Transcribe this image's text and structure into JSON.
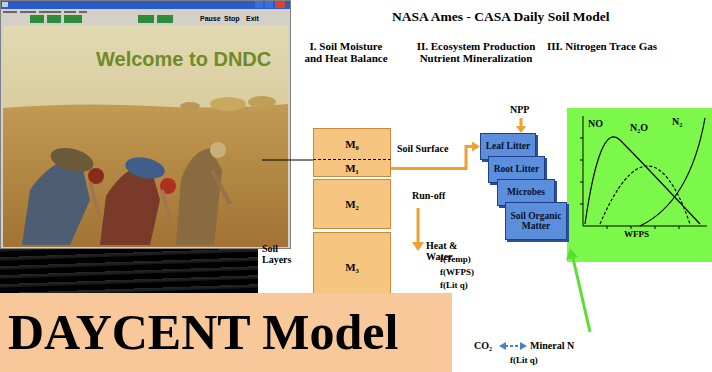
{
  "diagram": {
    "title": "NASA Ames - CASA Daily Soil Model",
    "nodes": [
      {
        "text": [
          "M₀"
        ]
      },
      {
        "text": [
          "M₁"
        ]
      },
      {
        "text": [
          "M₂"
        ]
      },
      {
        "text": [
          "M₃"
        ]
      },
      {
        "text": [
          "Leaf Litter"
        ]
      },
      {
        "text": [
          "Root Litter"
        ]
      },
      {
        "text": [
          "Microbes"
        ]
      },
      {
        "text": [
          "Soil Organic Matter"
        ]
      },
      {
        "text": [
          "DAYCENT Model"
        ]
      }
    ],
    "edges": [
      {
        "from": 1,
        "to": 4,
        "arrow": "to"
      }
    ],
    "labels": [
      "Pause",
      "Stop",
      "Exit",
      "Welcome to DNDC",
      "I. Soil Moisture and Heat Balance",
      "II. Ecosystem Production Nutrient Mineralization",
      "III. Nitrogen Trace Gas",
      "Soil Surface",
      "Run-off",
      "Heat & Water",
      "Soil Layers",
      "NPP",
      "NO",
      "N₂O",
      "N₂",
      "WFPS",
      "f(Temp)",
      "f(WFPS)",
      "f(Lit q)",
      "CO₂",
      "Mineral N",
      "f(Lit q)"
    ]
  }
}
